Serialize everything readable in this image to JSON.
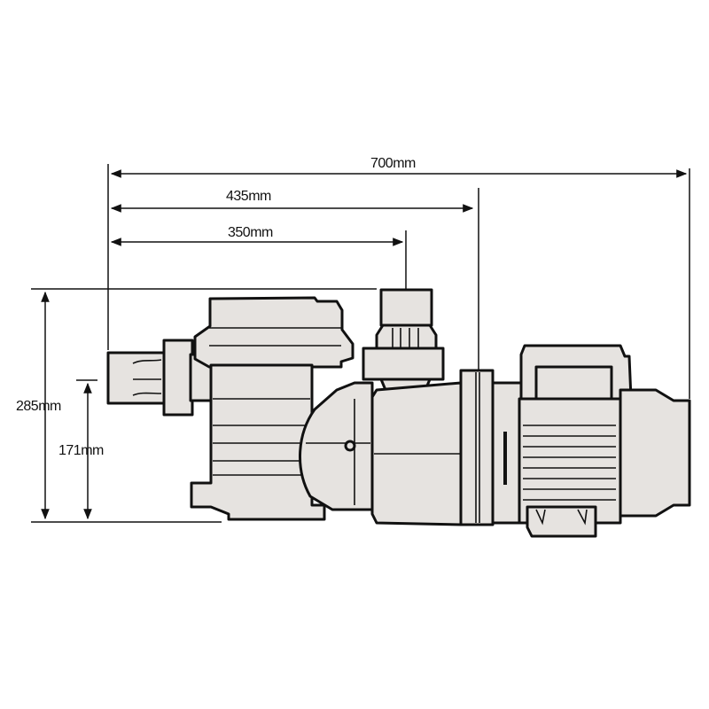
{
  "dimensions": {
    "overall_length": "700mm",
    "to_pump_flange": "435mm",
    "to_outlet": "350mm",
    "overall_height": "285mm",
    "inlet_height": "171mm"
  },
  "colors": {
    "body_fill": "#e6e3e0",
    "outline": "#111111"
  }
}
